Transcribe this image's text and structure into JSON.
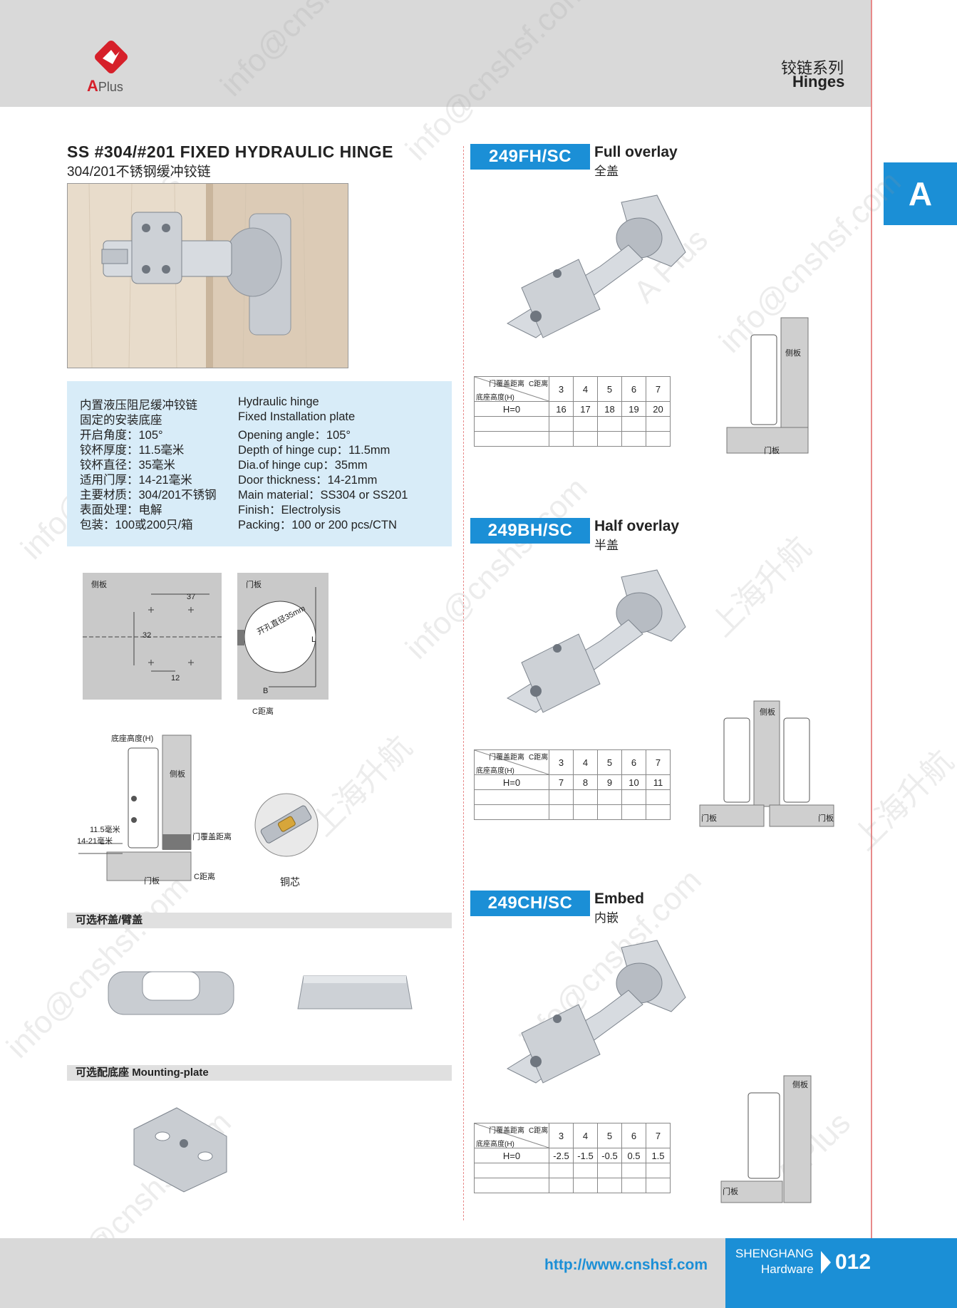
{
  "header": {
    "logo_text": "A",
    "logo_sub": "Plus",
    "series_cn": "铰链系列",
    "series_en": "Hinges",
    "section_tab": "A"
  },
  "watermark": {
    "email": "info@cnshsf.com",
    "brand_cn": "上海升航",
    "brand": "A Plus"
  },
  "product": {
    "title_en": "SS #304/#201 FIXED HYDRAULIC HINGE",
    "title_cn": "304/201不锈钢缓冲铰链",
    "specs_cn": [
      "内置液压阻尼缓冲铰链",
      "固定的安装底座",
      "开启角度：105°",
      "铰杯厚度：11.5毫米",
      "铰杯直径：35毫米",
      "适用门厚：14-21毫米",
      "主要材质：304/201不锈钢",
      "表面处理：电解",
      "包装：100或200只/箱"
    ],
    "specs_en": [
      "Hydraulic hinge",
      "Fixed Installation plate",
      "Opening angle：105°",
      "Depth of hinge cup：11.5mm",
      "Dia.of hinge cup：35mm",
      "Door thickness：14-21mm",
      "Main material：SS304 or SS201",
      "Finish：Electrolysis",
      "Packing：100 or 200 pcs/CTN"
    ]
  },
  "drawing": {
    "side_panel": "侧板",
    "door_panel": "门板",
    "dim_37": "37",
    "dim_32": "32",
    "dim_12": "12",
    "hole_dia": "开孔直径35mm",
    "dim_L": "L",
    "dim_B": "B",
    "c_distance": "C距离",
    "base_height": "底座高度(H)",
    "cup_depth": "11.5毫米",
    "door_thick": "14-21毫米",
    "overlay_dist": "门覆盖距离",
    "copper_core": "铜芯"
  },
  "optional_cover": "可选杯盖/臂盖",
  "optional_plate_cn": "可选配底座",
  "optional_plate_en": "Mounting-plate",
  "table_header": {
    "top": "门覆盖距离",
    "c": "C距离",
    "left": "底座高度(H)",
    "row_label": "H=0"
  },
  "models": [
    {
      "code": "249FH/SC",
      "name_en": "Full overlay",
      "name_cn": "全盖",
      "c_values": [
        "3",
        "4",
        "5",
        "6",
        "7"
      ],
      "h0_values": [
        "16",
        "17",
        "18",
        "19",
        "20"
      ],
      "labels": [
        "侧板",
        "门板"
      ]
    },
    {
      "code": "249BH/SC",
      "name_en": "Half overlay",
      "name_cn": "半盖",
      "c_values": [
        "3",
        "4",
        "5",
        "6",
        "7"
      ],
      "h0_values": [
        "7",
        "8",
        "9",
        "10",
        "11"
      ],
      "labels": [
        "侧板",
        "门板",
        "门板"
      ]
    },
    {
      "code": "249CH/SC",
      "name_en": "Embed",
      "name_cn": "内嵌",
      "c_values": [
        "3",
        "4",
        "5",
        "6",
        "7"
      ],
      "h0_values": [
        "-2.5",
        "-1.5",
        "-0.5",
        "0.5",
        "1.5"
      ],
      "labels": [
        "侧板",
        "门板"
      ]
    }
  ],
  "footer": {
    "url": "http://www.cnshsf.com",
    "company_1": "SHENGHANG",
    "company_2": "Hardware",
    "page": "012"
  },
  "colors": {
    "accent_blue": "#1b8fd6",
    "logo_red": "#d6202a",
    "spec_bg": "#d8ecf8",
    "band_gray": "#d9d9d9"
  }
}
